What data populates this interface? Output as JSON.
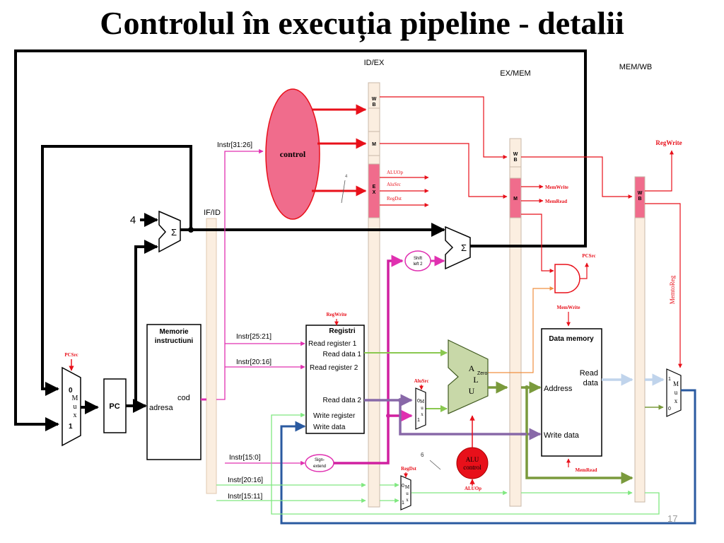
{
  "title": "Controlul în execuția pipeline - detalii",
  "page_number": "17",
  "pipeline_registers": {
    "if_id": "IF/ID",
    "id_ex": "ID/EX",
    "ex_mem": "EX/MEM",
    "mem_wb": "MEM/WB"
  },
  "stage_fields": {
    "wb": "WB",
    "m": "M",
    "ex": "EX"
  },
  "control": {
    "label": "control",
    "bus_width_label": "4"
  },
  "control_signals": {
    "alu_op": "ALUOp",
    "alu_src": "AluSrc",
    "reg_dst": "RegDst",
    "mem_write": "MemWrite",
    "mem_read": "MemRead",
    "reg_write": "RegWrite",
    "pc_src": "PCSrc",
    "memto_reg": "MemtoReg"
  },
  "instruction_fields": {
    "opcode": "Instr[31:26]",
    "rs": "Instr[25:21]",
    "rt": "Instr[20:16]",
    "imm": "Instr[15:0]",
    "rt_dst": "Instr[20:16]",
    "rd_dst": "Instr[15:11]"
  },
  "instruction_memory": {
    "title_line1": "Memorie",
    "title_line2": "instructiuni",
    "addr_label": "adresa",
    "out_label": "cod"
  },
  "pc": {
    "label": "PC"
  },
  "adder": {
    "symbol": "Σ",
    "const": "4"
  },
  "registers": {
    "title": "Registri",
    "reg_write_label": "RegWrite",
    "read_register_1": "Read register 1",
    "read_data_1": "Read data 1",
    "read_register_2": "Read register 2",
    "read_data_2": "Read data 2",
    "write_register": "Write register",
    "write_data": "Write data"
  },
  "sign_extend": {
    "line1": "Sign-",
    "line2": "extend"
  },
  "shift_left": {
    "line1": "Shift",
    "line2": "left 2"
  },
  "alu": {
    "letter_a": "A",
    "letter_l": "L",
    "letter_u": "U",
    "zero": "Zero"
  },
  "alu_control": {
    "line1": "ALU",
    "line2": "control",
    "bus_width_label": "6"
  },
  "data_memory": {
    "title": "Data memory",
    "address": "Address",
    "read_data_line1": "Read",
    "read_data_line2": "data",
    "write_data": "Write data"
  },
  "muxes": {
    "pc_mux": {
      "letters": [
        "M",
        "u",
        "x"
      ],
      "in0": "0",
      "in1": "1"
    },
    "alusrc_mux": {
      "letters": [
        "M",
        "u",
        "x"
      ],
      "in0": "0",
      "in1": "1"
    },
    "regdst_mux": {
      "letters": [
        "M",
        "u",
        "x"
      ],
      "in0": "0",
      "in1": "1"
    },
    "wb_mux": {
      "letters": [
        "M",
        "u",
        "x"
      ],
      "in1": "1",
      "in0": "0"
    }
  },
  "colors": {
    "control_red": "#e8101a",
    "control_fill": "#f06c8c",
    "instr_magenta": "#e030b0",
    "data_green": "#8ac850",
    "dark_green": "#7a9a3c",
    "light_green": "#80e880",
    "purple": "#8868a8",
    "blue": "#2a5aa0",
    "light_blue": "#c0d4ec",
    "orange": "#f09040",
    "alu_fill": "#c8d8a8",
    "register_fill": "#fbeee0",
    "field_pink": "#f8c0d0",
    "field_strong": "#f06c8c"
  }
}
